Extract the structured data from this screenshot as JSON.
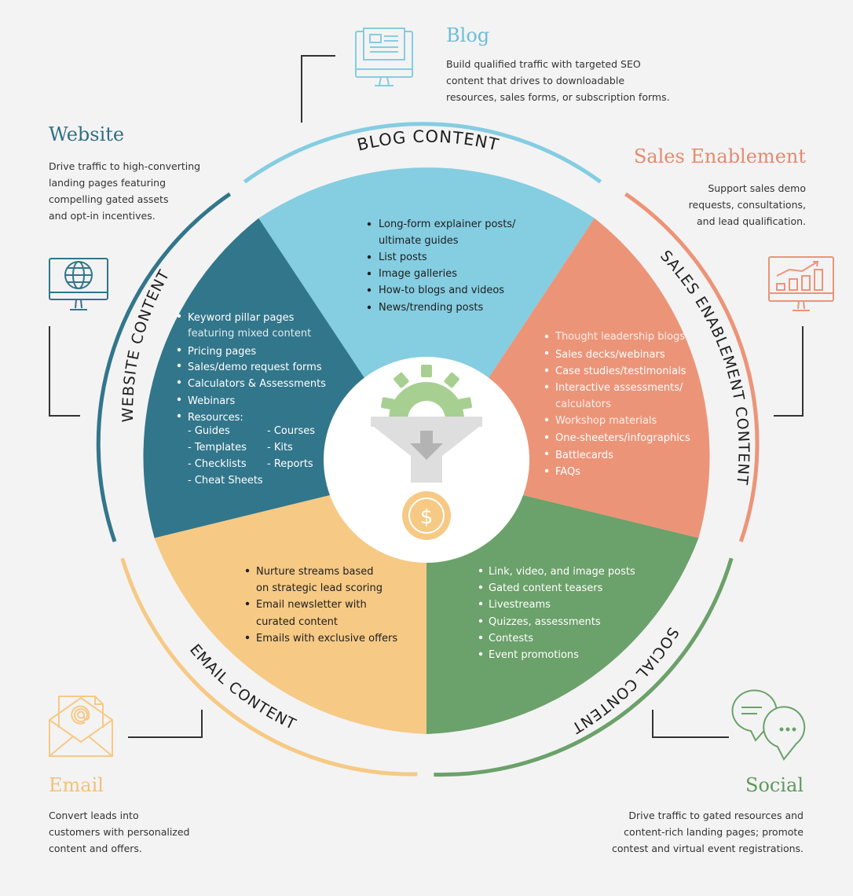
{
  "channels": {
    "blog": {
      "title": "Blog",
      "desc": [
        "Build qualified traffic with targeted SEO",
        "content that drives to downloadable",
        "resources, sales forms, or subscription forms."
      ],
      "ring_label": "BLOG CONTENT",
      "color": "#85cde1",
      "ring_color": "#84cde2",
      "title_color": "#6bbfd8",
      "icon": "blog-screen-icon",
      "items": [
        "Long-form explainer posts/",
        "ultimate guides",
        "List posts",
        "Image galleries",
        "How-to blogs and videos",
        "News/trending posts"
      ]
    },
    "sales": {
      "title": "Sales Enablement",
      "desc": [
        "Support sales demo",
        "requests, consultations,",
        "and lead qualification."
      ],
      "ring_label": "SALES ENABLEMENT CONTENT",
      "color": "#ec9478",
      "ring_color": "#ec9478",
      "title_color": "#e58a6e",
      "icon": "growth-chart-icon",
      "items": [
        "Thought leadership blogs",
        "Sales decks/webinars",
        "Case studies/testimonials",
        "Interactive assessments/",
        "calculators",
        "Workshop materials",
        "One-sheeters/infographics",
        "Battlecards",
        "FAQs"
      ]
    },
    "social": {
      "title": "Social",
      "desc": [
        "Drive traffic to gated resources and",
        "content-rich landing pages; promote",
        "contest and virtual event registrations."
      ],
      "ring_label": "SOCIAL CONTENT",
      "color": "#6ba16a",
      "ring_color": "#6ba16a",
      "title_color": "#5e9a5d",
      "icon": "chat-bubbles-icon",
      "items": [
        "Link, video, and image posts",
        "Gated content teasers",
        "Livestreams",
        "Quizzes, assessments",
        "Contests",
        "Event promotions"
      ]
    },
    "email": {
      "title": "Email",
      "desc": [
        "Convert leads into",
        "customers with personalized",
        "content and offers."
      ],
      "ring_label": "EMAIL CONTENT",
      "color": "#f6c985",
      "ring_color": "#f6c985",
      "title_color": "#f3c178",
      "icon": "email-envelope-icon",
      "items": [
        "Nurture streams based",
        "on strategic lead scoring",
        "Email newsletter with",
        "curated content",
        "Emails with exclusive offers"
      ]
    },
    "website": {
      "title": "Website",
      "desc": [
        "Drive traffic to high-converting",
        "landing pages featuring",
        "compelling gated assets",
        "and opt-in incentives."
      ],
      "ring_label": "WEBSITE CONTENT",
      "color": "#32768b",
      "ring_color": "#32768b",
      "title_color": "#2f6f83",
      "icon": "globe-monitor-icon",
      "items": [
        "Keyword pillar pages",
        "featuring mixed content",
        "Pricing pages",
        "Sales/demo request forms",
        "Calculators & Assessments",
        "Webinars",
        "Resources:"
      ],
      "resources_left": [
        "- Guides",
        "- Templates",
        "- Checklists",
        "- Cheat Sheets"
      ],
      "resources_right": [
        "- Courses",
        "- Kits",
        "- Reports"
      ]
    }
  },
  "center": {
    "icons": [
      "gear-icon",
      "funnel-icon",
      "down-arrow-icon",
      "dollar-coin-icon"
    ],
    "coin_symbol": "$",
    "gear_color": "#a8cf92",
    "funnel_color": "#dedede",
    "coin_color": "#f1bd5f"
  }
}
